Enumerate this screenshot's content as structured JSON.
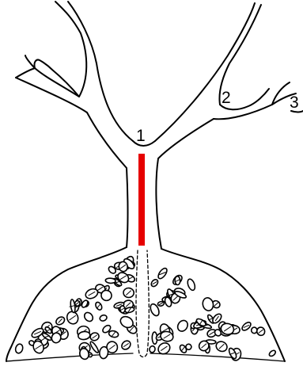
{
  "labels": [
    {
      "id": "label-1",
      "text": "1"
    },
    {
      "id": "label-2",
      "text": "2"
    },
    {
      "id": "label-3",
      "text": "3"
    }
  ],
  "colors": {
    "outline": "#000000",
    "highlight": "#e60000",
    "background": "#ffffff"
  }
}
